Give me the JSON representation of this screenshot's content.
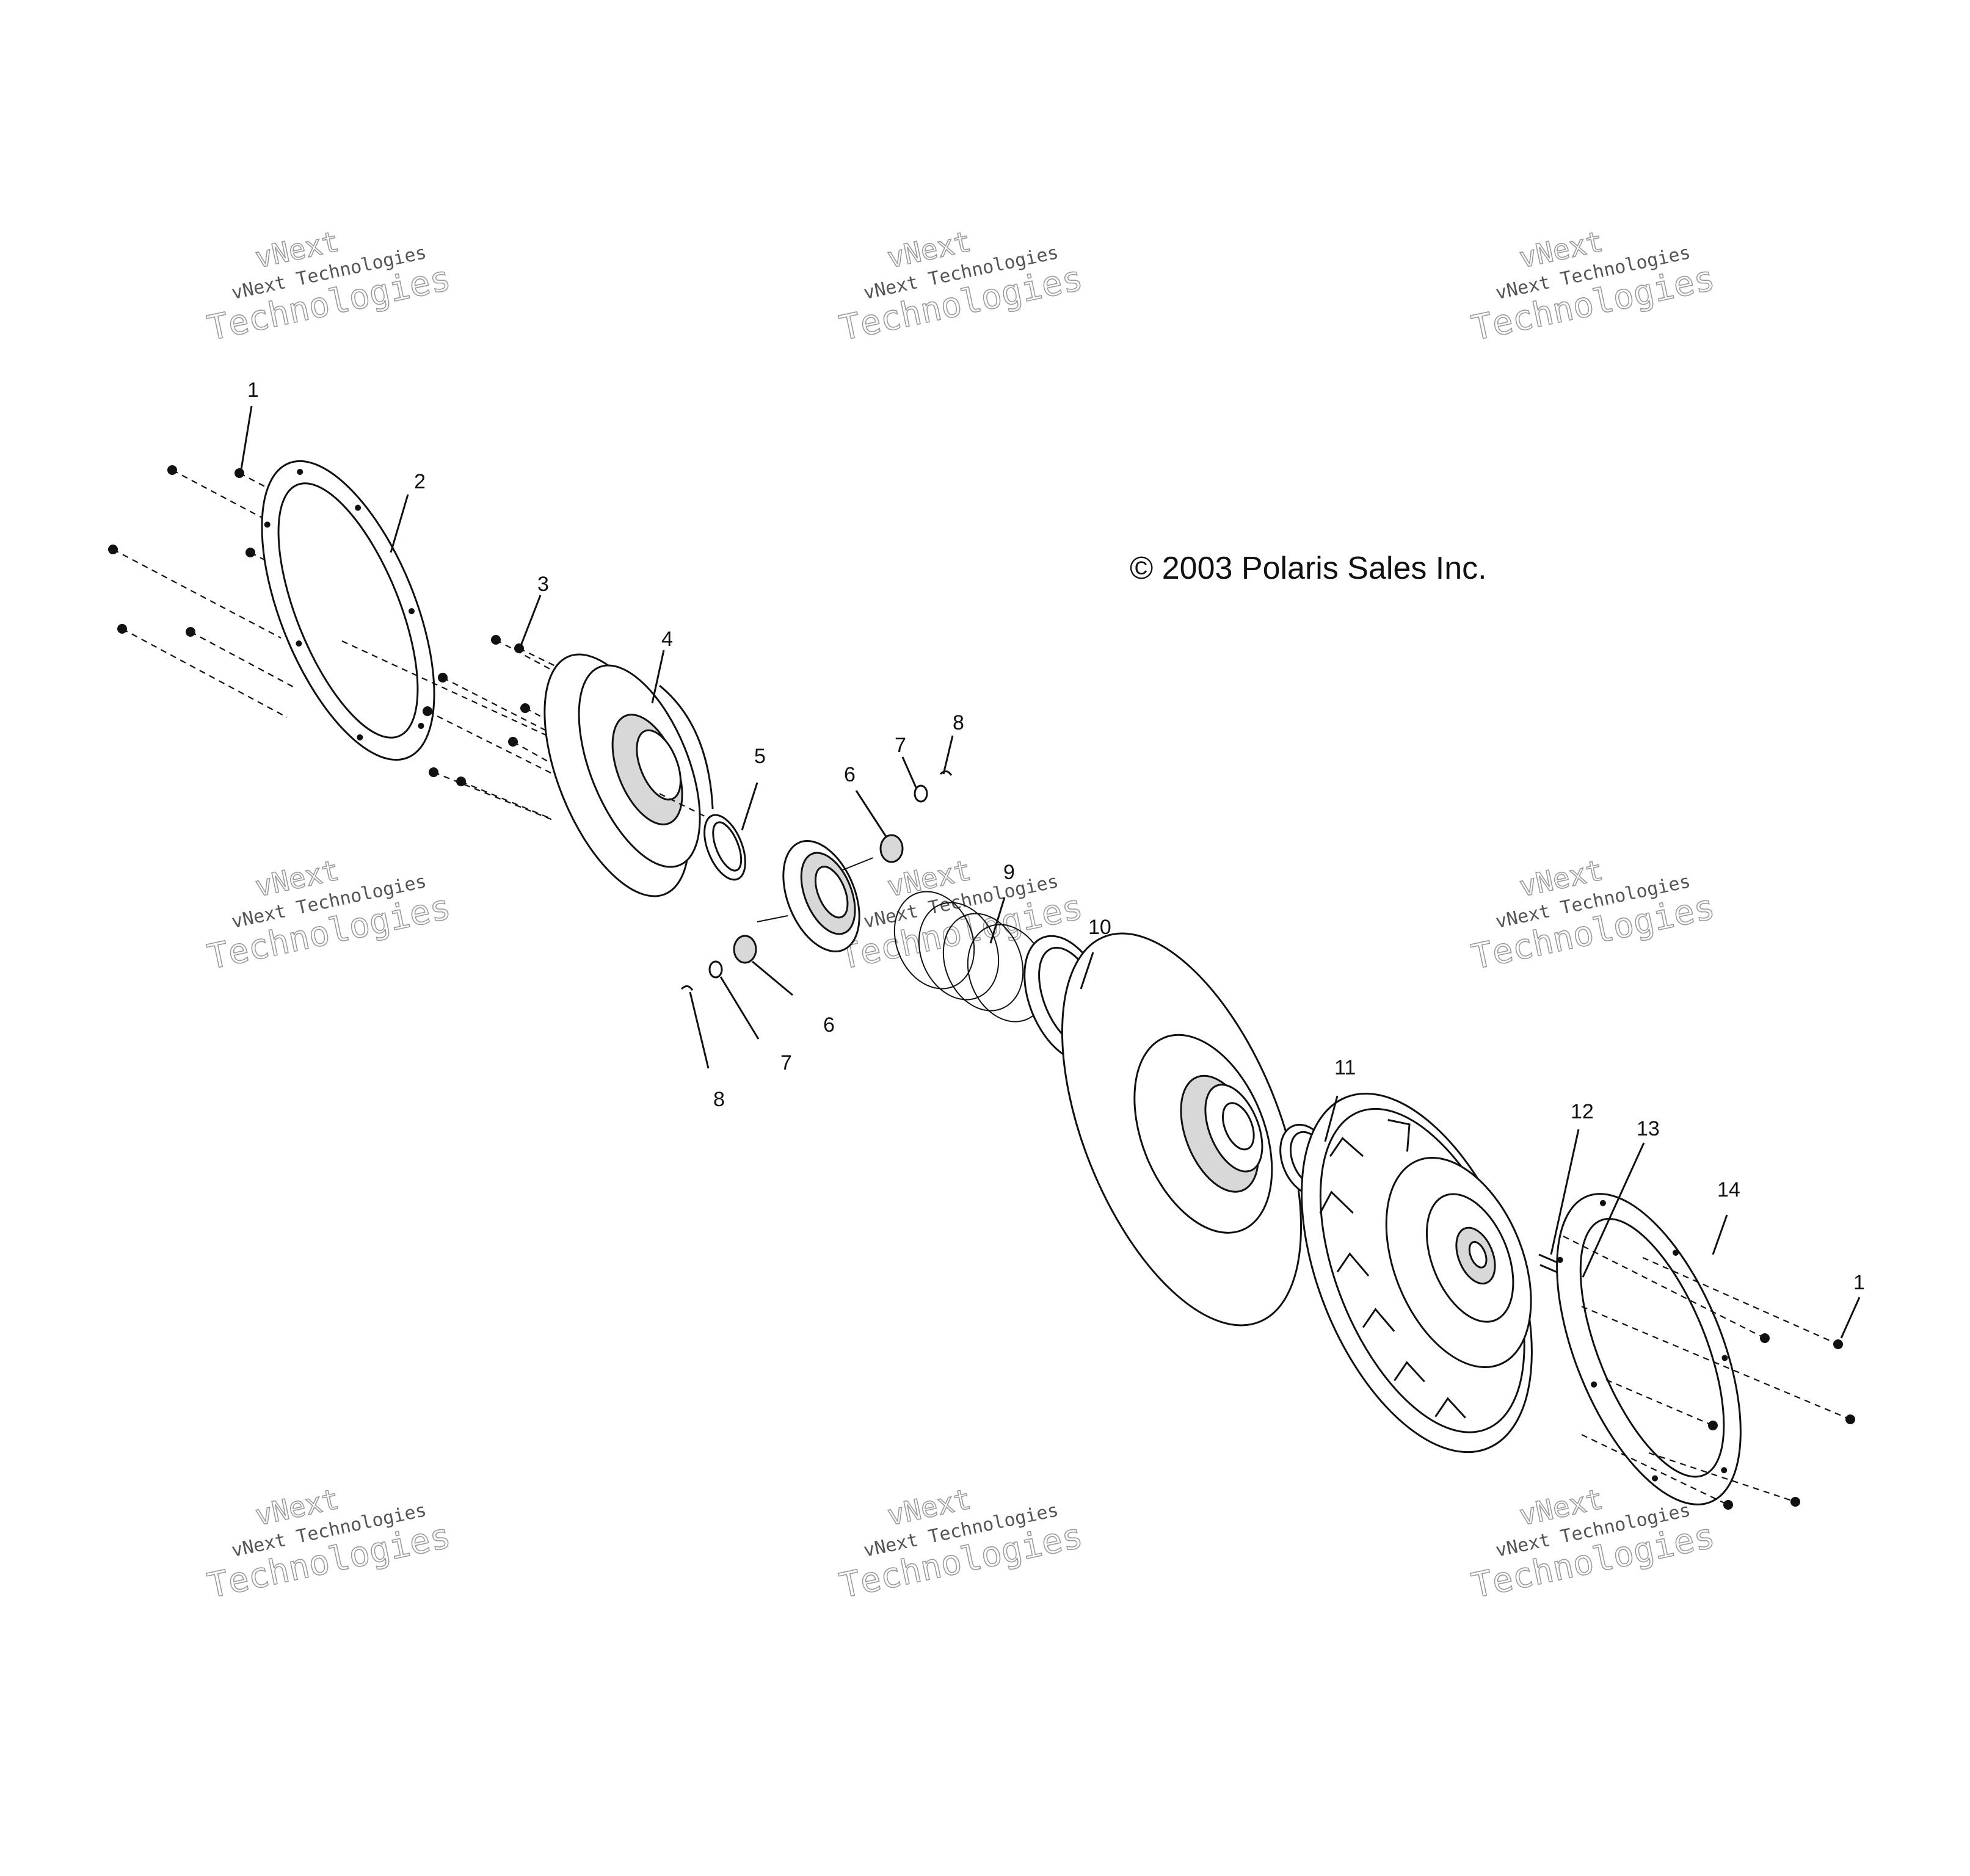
{
  "copyright": "© 2003 Polaris Sales Inc.",
  "watermark": {
    "line1": "vNext",
    "line2": "vNext Technologies",
    "line3": "Technologies"
  },
  "callouts": [
    "1",
    "2",
    "3",
    "4",
    "5",
    "6",
    "7",
    "8",
    "7",
    "6",
    "8",
    "9",
    "10",
    "11",
    "12",
    "13",
    "14",
    "1"
  ]
}
